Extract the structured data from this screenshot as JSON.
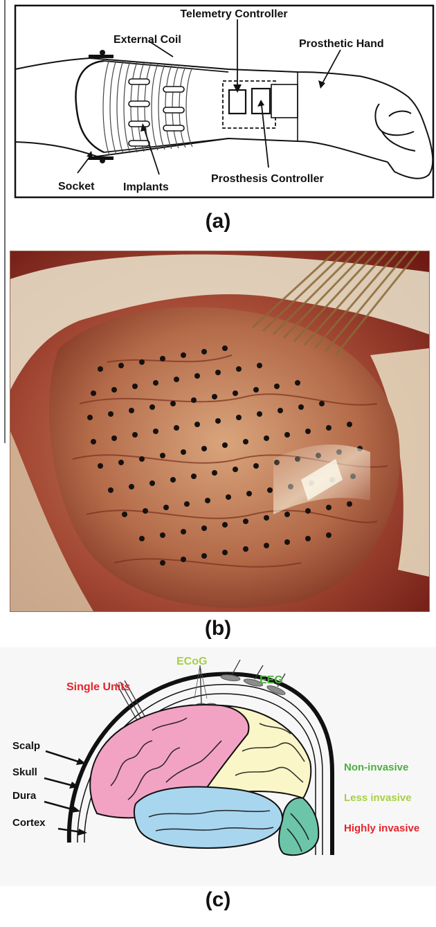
{
  "panel_a": {
    "caption": "(a)",
    "labels": {
      "telemetry_controller": "Telemetry Controller",
      "external_coil": "External Coil",
      "prosthetic_hand": "Prosthetic Hand",
      "socket": "Socket",
      "implants": "Implants",
      "prosthesis_controller": "Prosthesis Controller"
    }
  },
  "panel_b": {
    "caption": "(b)"
  },
  "panel_c": {
    "caption": "(c)",
    "labels": {
      "ecog": "ECoG",
      "eeg": "EEG",
      "single_units": "Single Units",
      "scalp": "Scalp",
      "skull": "Skull",
      "dura": "Dura",
      "cortex": "Cortex",
      "non_invasive": "Non-invasive",
      "less_invasive": "Less invasive",
      "highly_invasive": "Highly invasive"
    },
    "colors": {
      "non_invasive": "#4caf3f",
      "less_invasive": "#a8cf45",
      "highly_invasive": "#e3242b",
      "frontal_lobe": "#f2a3c4",
      "parietal_lobe": "#fbf6c8",
      "temporal_lobe": "#a9d6ef",
      "cerebellum": "#6cc5a9"
    }
  }
}
